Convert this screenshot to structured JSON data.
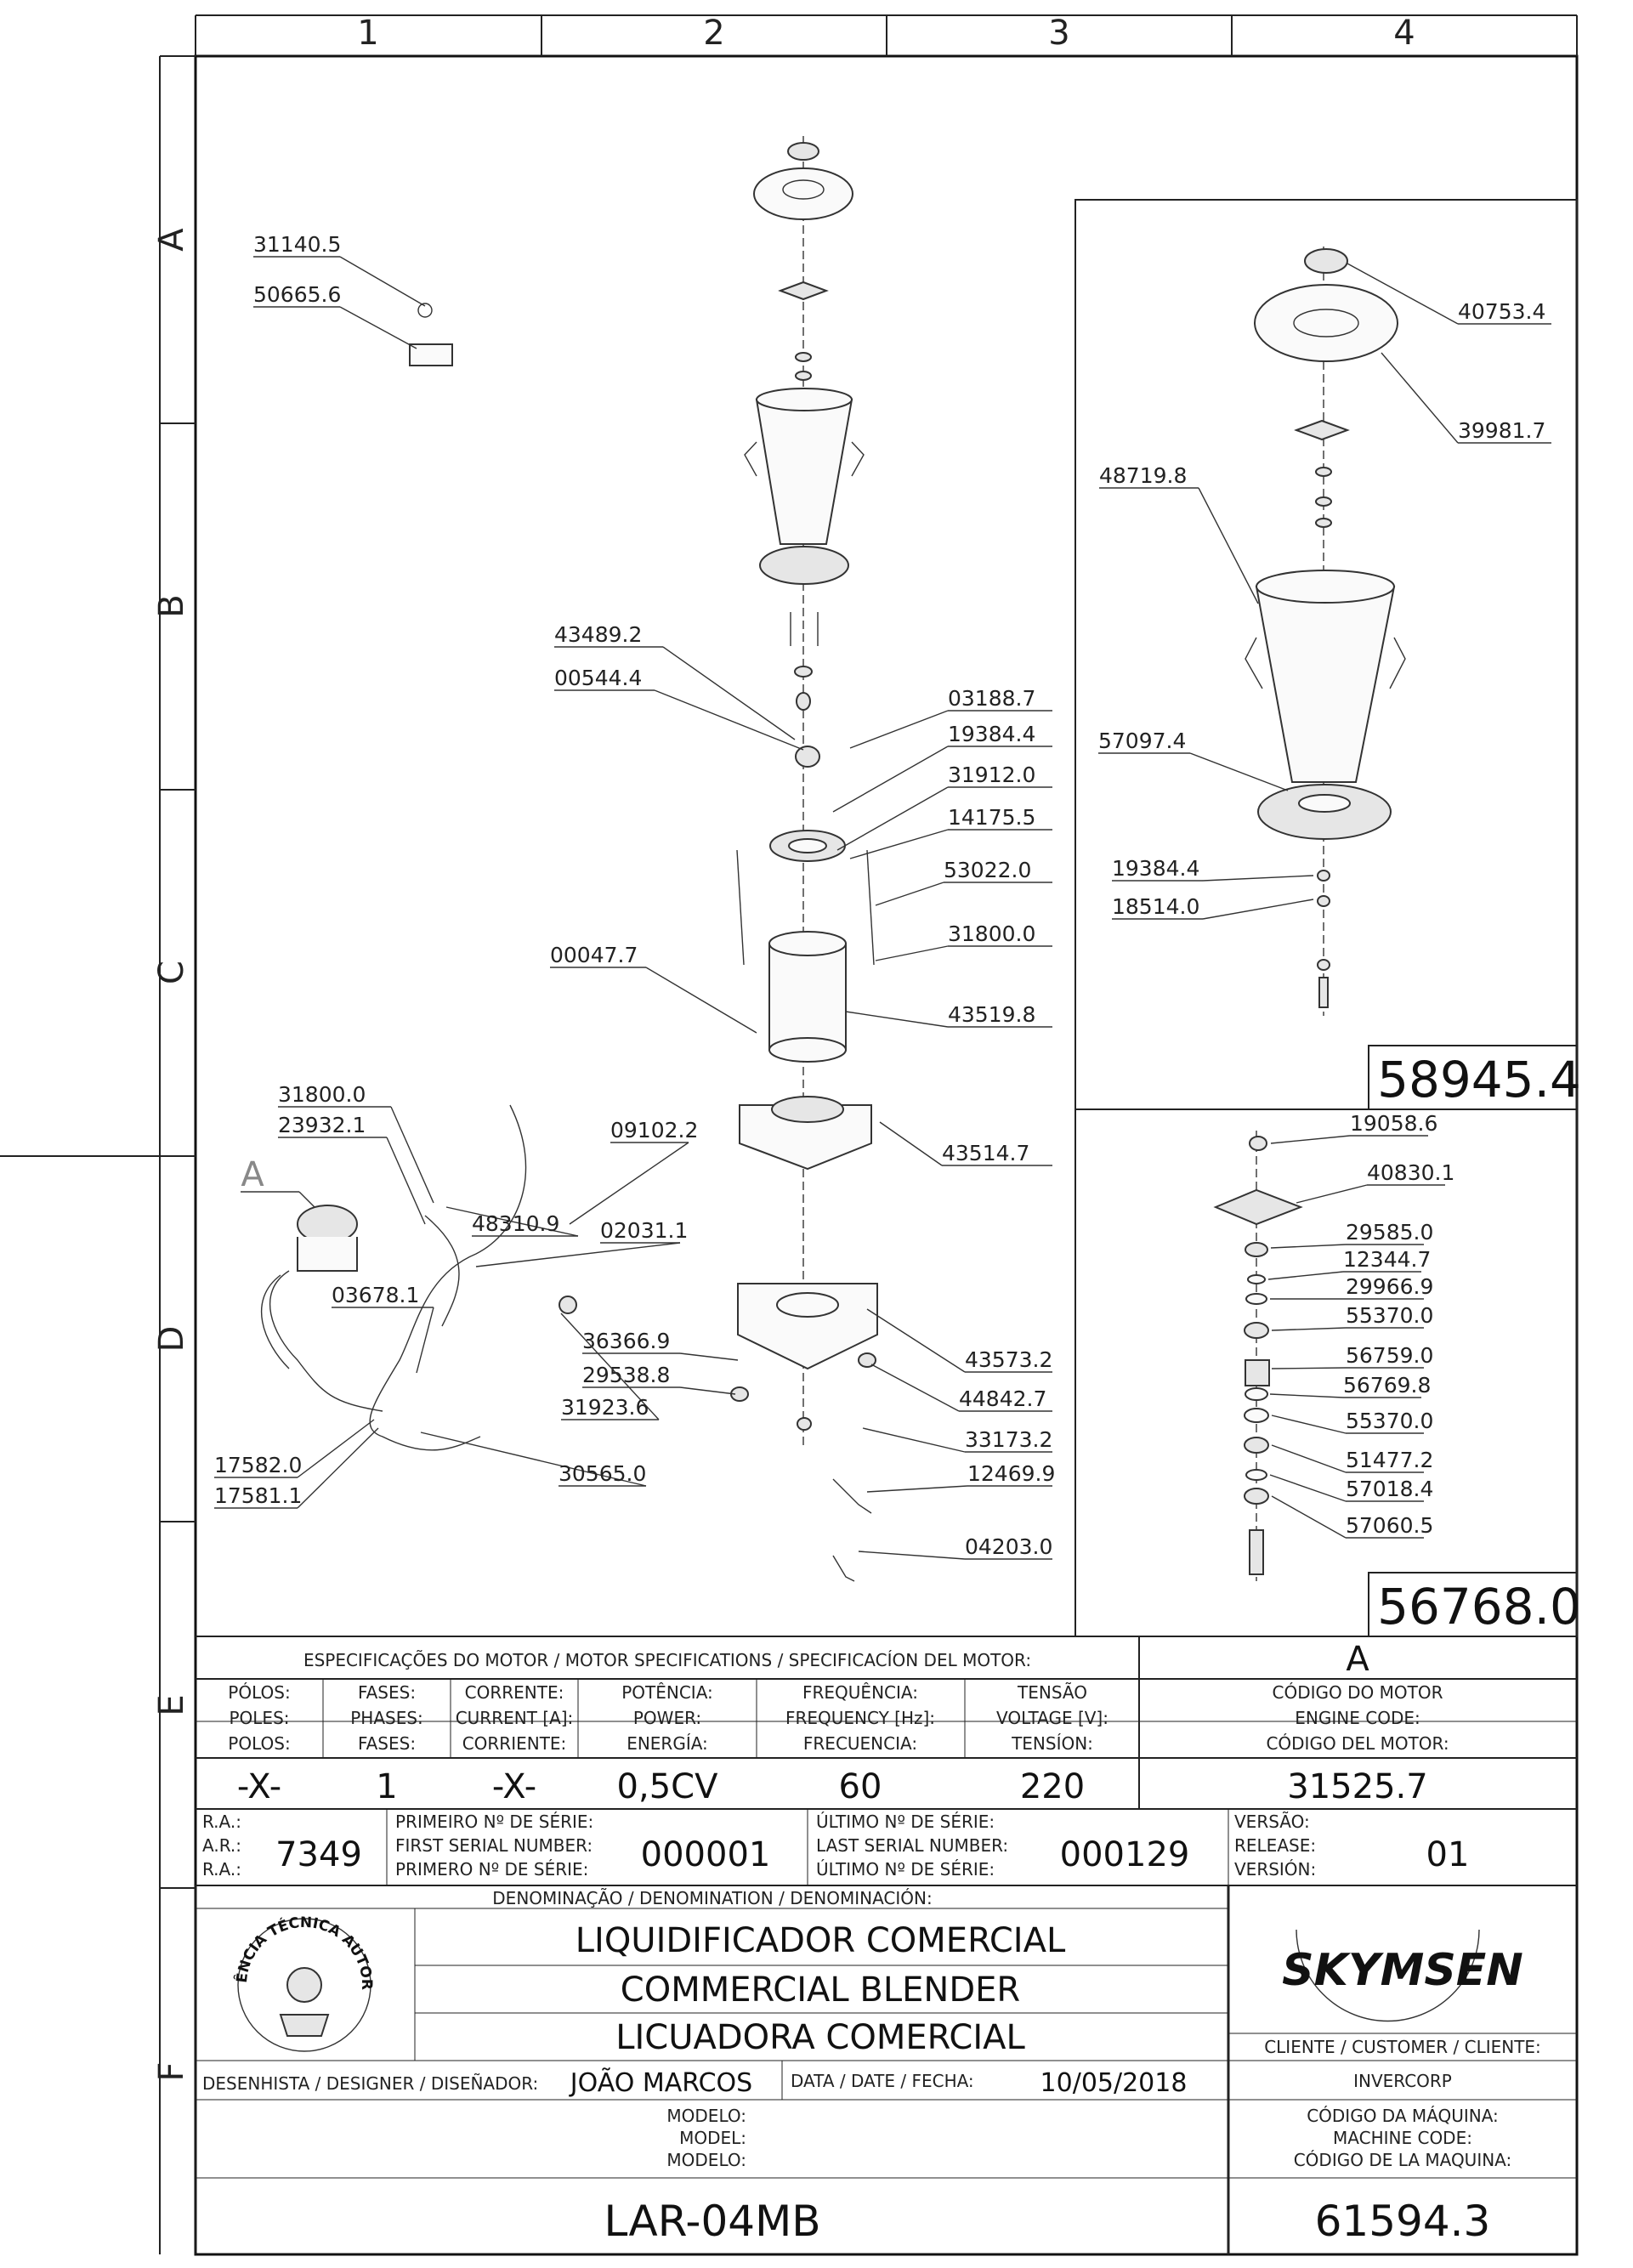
{
  "zones": {
    "columns": [
      "1",
      "2",
      "3",
      "4"
    ],
    "rows": [
      "A",
      "B",
      "C",
      "D",
      "E",
      "F"
    ]
  },
  "main_labels": [
    "31140.5",
    "50665.6",
    "43489.2",
    "00544.4",
    "03188.7",
    "19384.4",
    "31912.0",
    "14175.5",
    "53022.0",
    "31800.0",
    "00047.7",
    "43519.8",
    "31800.0",
    "23932.1",
    "09102.2",
    "48310.9",
    "02031.1",
    "03678.1",
    "43514.7",
    "36366.9",
    "29538.8",
    "31923.6",
    "43573.2",
    "44842.7",
    "33173.2",
    "12469.9",
    "17582.0",
    "17581.1",
    "30565.0",
    "04203.0"
  ],
  "view_marker": "A",
  "jar_labels": [
    "40753.4",
    "39981.7",
    "48719.8",
    "57097.4",
    "19384.4",
    "18514.0"
  ],
  "jar_code": "58945.4",
  "blade_labels": [
    "19058.6",
    "40830.1",
    "29585.0",
    "12344.7",
    "29966.9",
    "55370.0",
    "56759.0",
    "56769.8",
    "55370.0",
    "51477.2",
    "57018.4",
    "57060.5"
  ],
  "blade_code": "56768.0",
  "specs": {
    "title": "ESPECIFICAÇÕES DO MOTOR / MOTOR SPECIFICATIONS / SPECIFICACÍON DEL MOTOR:",
    "view": "A",
    "headers": [
      [
        "PÓLOS:",
        "POLES:",
        "POLOS:"
      ],
      [
        "FASES:",
        "PHASES:",
        "FASES:"
      ],
      [
        "CORRENTE:",
        "CURRENT [A]:",
        "CORRIENTE:"
      ],
      [
        "POTÊNCIA:",
        "POWER:",
        "ENERGÍA:"
      ],
      [
        "FREQUÊNCIA:",
        "FREQUENCY [Hz]:",
        "FRECUENCIA:"
      ],
      [
        "TENSÃO",
        "VOLTAGE [V]:",
        "TENSÍON:"
      ]
    ],
    "values": [
      "-X-",
      "1",
      "-X-",
      "0,5CV",
      "60",
      "220"
    ],
    "engine_header": [
      "CÓDIGO DO MOTOR",
      "ENGINE CODE:",
      "CÓDIGO DEL MOTOR:"
    ],
    "engine_code": "31525.7"
  },
  "serial": {
    "ra_labels": [
      "R.A.:",
      "A.R.:",
      "R.A.:"
    ],
    "ra": "7349",
    "first_labels": [
      "PRIMEIRO Nº DE SÉRIE:",
      "FIRST SERIAL NUMBER:",
      "PRIMERO Nº DE SÉRIE:"
    ],
    "first": "000001",
    "last_labels": [
      "ÚLTIMO Nº DE SÉRIE:",
      "LAST SERIAL NUMBER:",
      "ÚLTIMO Nº DE SÉRIE:"
    ],
    "last": "000129",
    "release_labels": [
      "VERSÃO:",
      "RELEASE:",
      "VERSIÓN:"
    ],
    "release": "01"
  },
  "title_block": {
    "denom_label": "DENOMINAÇÃO / DENOMINATION / DENOMINACIÓN:",
    "names": [
      "LIQUIDIFICADOR COMERCIAL",
      "COMMERCIAL BLENDER",
      "LICUADORA COMERCIAL"
    ],
    "seal_text": "ASSISTÊNCIA TÉCNICA AUTORIZADA",
    "brand": "SKYMSEN",
    "client_label": "CLIENTE / CUSTOMER / CLIENTE:",
    "client": "INVERCORP",
    "designer_label": "DESENHISTA / DESIGNER / DISEÑADOR:",
    "designer": "JOÃO MARCOS",
    "date_label": "DATA / DATE / FECHA:",
    "date": "10/05/2018",
    "model_labels": [
      "MODELO:",
      "MODEL:",
      "MODELO:"
    ],
    "model": "LAR-04MB",
    "machine_labels": [
      "CÓDIGO DA MÁQUINA:",
      "MACHINE CODE:",
      "CÓDIGO DE LA MAQUINA:"
    ],
    "machine_code": "61594.3"
  }
}
